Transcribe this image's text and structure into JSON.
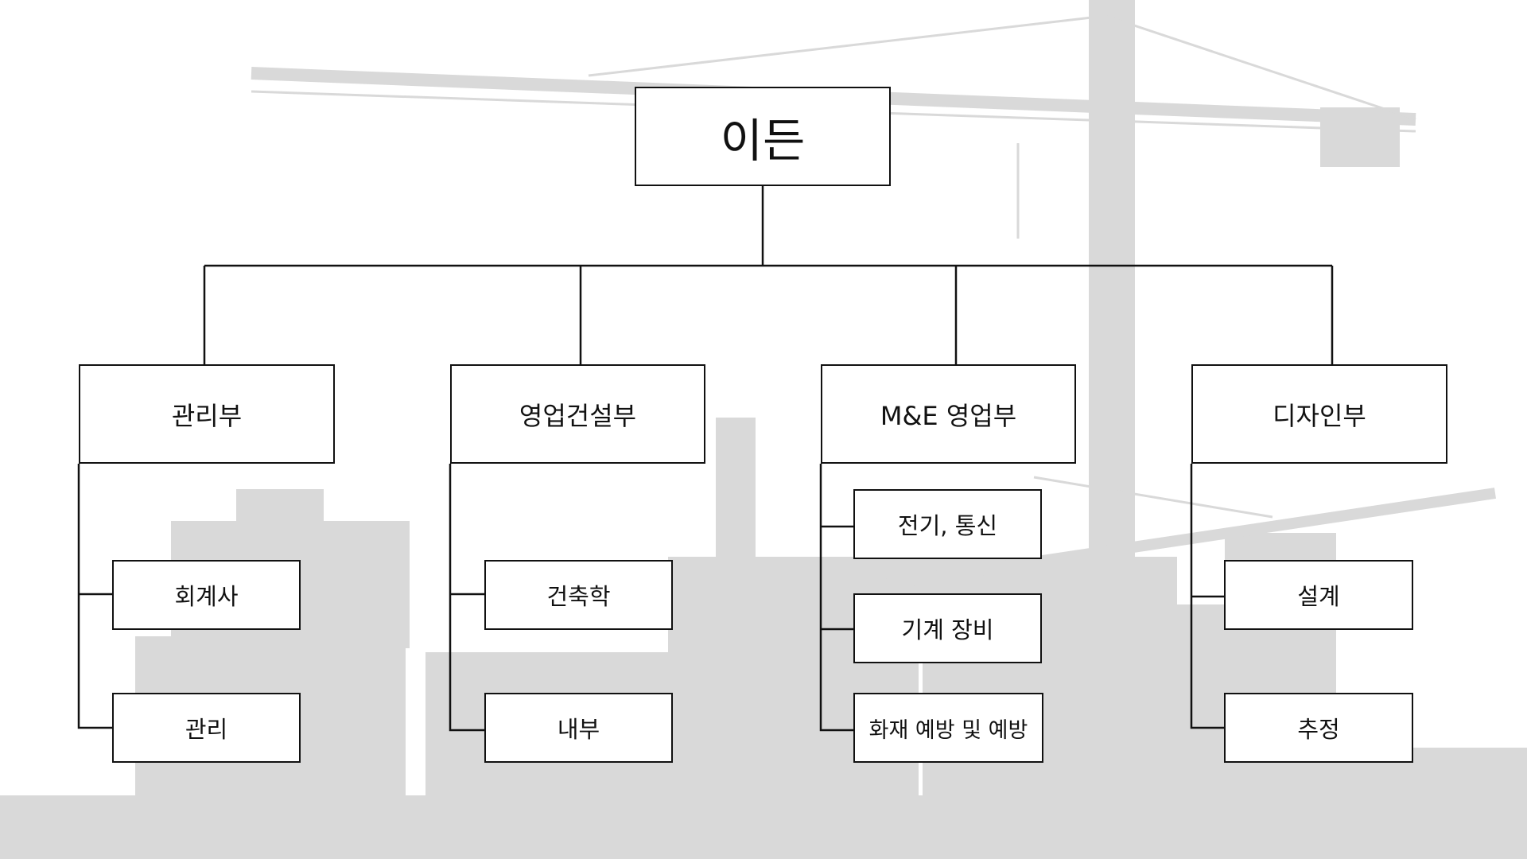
{
  "root": {
    "label": "이든"
  },
  "departments": [
    {
      "label": "관리부",
      "children": [
        "회계사",
        "관리"
      ]
    },
    {
      "label": "영업건설부",
      "children": [
        "건축학",
        "내부"
      ]
    },
    {
      "label": "M&E 영업부",
      "children": [
        "전기, 통신",
        "기계 장비",
        "화재 예방 및 예방"
      ]
    },
    {
      "label": "디자인부",
      "children": [
        "설계",
        "추정"
      ]
    }
  ],
  "colors": {
    "background_silhouette": "#d9d9d9",
    "line": "#111111"
  }
}
